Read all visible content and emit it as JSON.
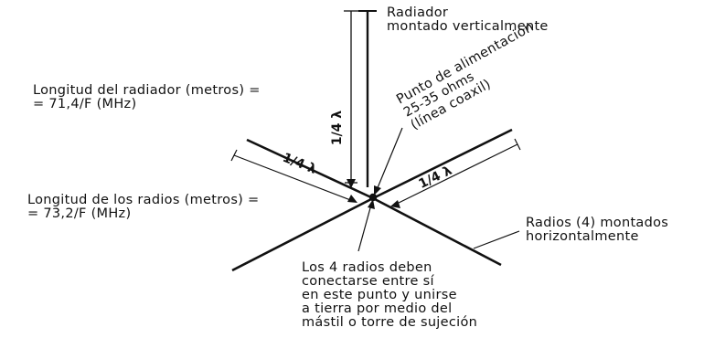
{
  "diagram": {
    "vertical_radiator_label": [
      "Radiador",
      "montado verticalmente"
    ],
    "radiator_length_label": [
      "Longitud del radiador (metros) =",
      "= 71,4/F (MHz)"
    ],
    "feed_point_label": [
      "Punto de alimentación",
      "25-35 ohms",
      "(línea coaxil)"
    ],
    "radial_length_label": [
      "Longitud de los radios (metros) =",
      "= 73,2/F (MHz)"
    ],
    "horizontal_radials_label": [
      "Radios (4) montados",
      "horizontalmente"
    ],
    "junction_note": [
      "Los 4 radios deben",
      "conectarse entre sí",
      "en este punto y unirse",
      "a tierra por medio del",
      "mástil o torre de sujeción"
    ],
    "quarter_wave_vertical": "1/4 λ",
    "quarter_wave_left": "1/4 λ",
    "quarter_wave_right": "1/4 λ"
  }
}
